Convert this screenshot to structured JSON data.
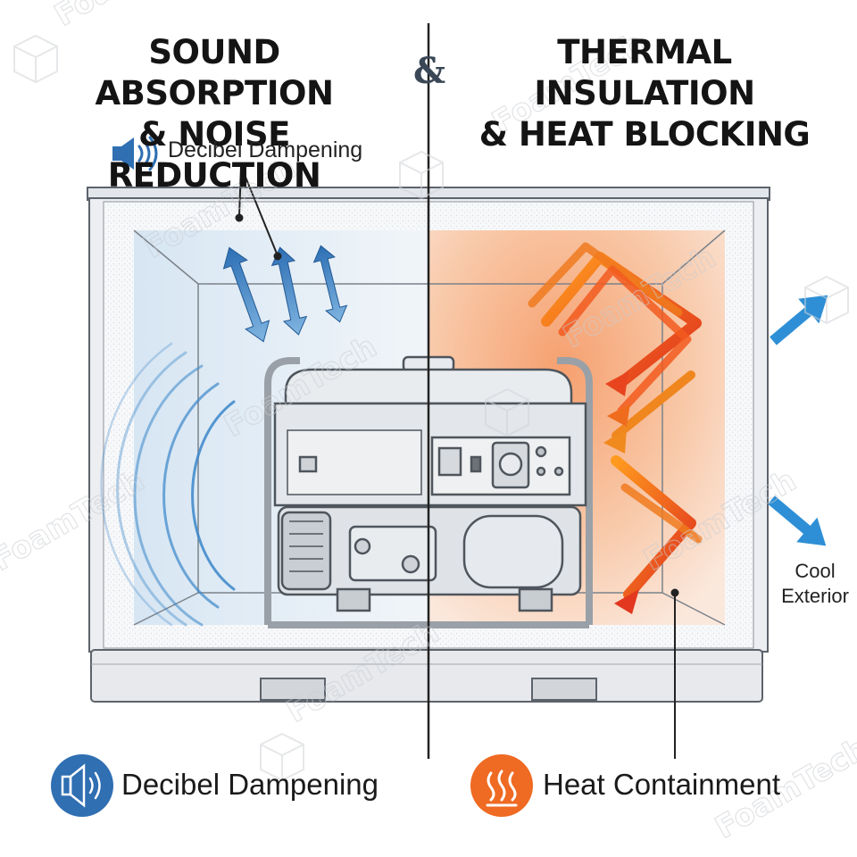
{
  "header": {
    "left_title_line1": "SOUND ABSORPTION",
    "left_title_line2": "& NOISE REDUCTION",
    "separator": "&",
    "right_title_line1": "THERMAL INSULATION",
    "right_title_line2": "& HEAT BLOCKING"
  },
  "callouts": {
    "decibel_label": "Decibel Dampening",
    "cool_exterior_line1": "Cool",
    "cool_exterior_line2": "Exterior"
  },
  "legend": {
    "sound_label": "Decibel Dampening",
    "heat_label": "Heat Containment"
  },
  "watermark": {
    "brand": "FoamTech"
  },
  "colors": {
    "sound_blue": "#2f7fc4",
    "heat_orange": "#ee5a1e",
    "heat_red": "#e33a22",
    "cool_arrow": "#2e8fd6",
    "enclosure_grey": "#e6e9ed",
    "outline": "#5a6068"
  },
  "icons": {
    "speaker": "speaker-icon",
    "heat": "heat-waves-icon",
    "brand": "foam-cube-icon"
  }
}
